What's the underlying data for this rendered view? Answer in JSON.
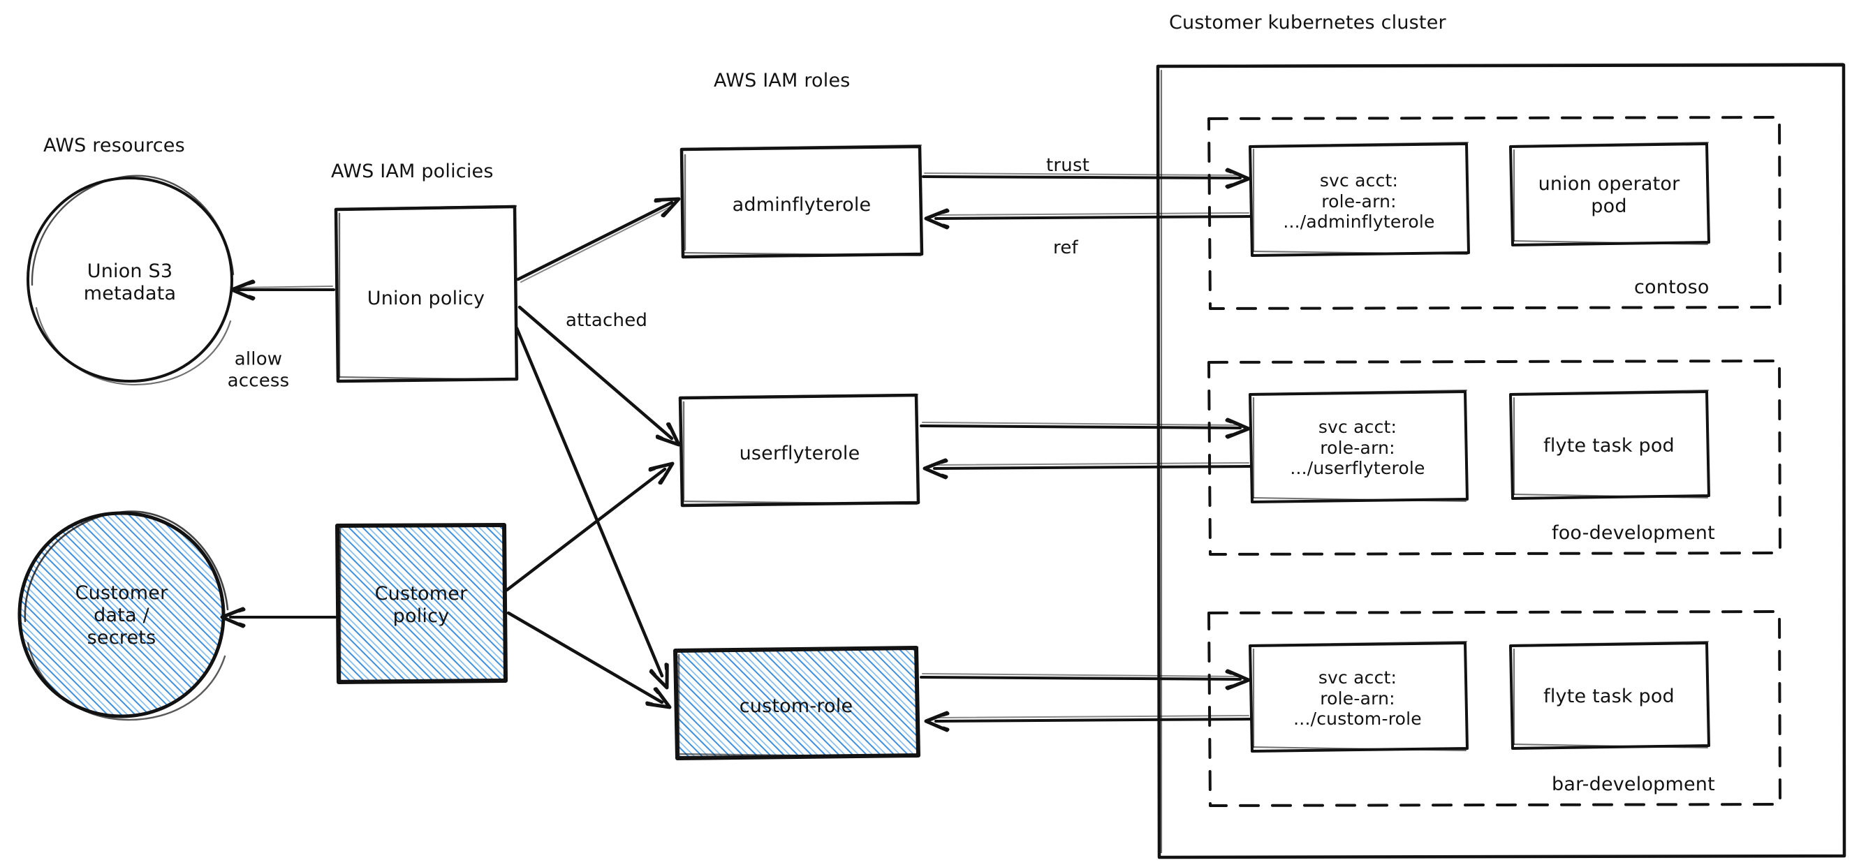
{
  "diagram": {
    "title": "AWS IAM roles / Kubernetes service account trust diagram",
    "colors": {
      "stroke": "#121212",
      "hatch": "#3C8FE0",
      "background": "#ffffff"
    },
    "section_labels": {
      "aws_resources": "AWS resources",
      "aws_iam_policies": "AWS IAM policies",
      "aws_iam_roles": "AWS IAM roles",
      "cluster": "Customer kubernetes cluster"
    },
    "aws_resources": [
      {
        "id": "union-s3",
        "label": "Union S3\nmetadata",
        "shape": "circle",
        "hatched": false
      },
      {
        "id": "customer-data",
        "label": "Customer\ndata /\nsecrets",
        "shape": "circle",
        "hatched": true
      }
    ],
    "aws_iam_policies": [
      {
        "id": "union-policy",
        "label": "Union policy",
        "shape": "rect",
        "hatched": false
      },
      {
        "id": "customer-policy",
        "label": "Customer\npolicy",
        "shape": "rect",
        "hatched": true
      }
    ],
    "aws_iam_roles": [
      {
        "id": "adminflyterole",
        "label": "adminflyterole",
        "hatched": false
      },
      {
        "id": "userflyterole",
        "label": "userflyterole",
        "hatched": false
      },
      {
        "id": "custom-role",
        "label": "custom-role",
        "hatched": true
      }
    ],
    "namespaces": [
      {
        "id": "contoso",
        "label": "contoso",
        "svc_acct": "svc acct:\nrole-arn:\n.../adminflyterole",
        "pod": "union operator\npod"
      },
      {
        "id": "foo-development",
        "label": "foo-development",
        "svc_acct": "svc acct:\nrole-arn:\n.../userflyterole",
        "pod": "flyte task pod"
      },
      {
        "id": "bar-development",
        "label": "bar-development",
        "svc_acct": "svc acct:\nrole-arn:\n.../custom-role",
        "pod": "flyte task pod"
      }
    ],
    "edge_labels": {
      "allow_access": "allow\naccess",
      "attached": "attached",
      "trust": "trust",
      "ref": "ref"
    }
  }
}
